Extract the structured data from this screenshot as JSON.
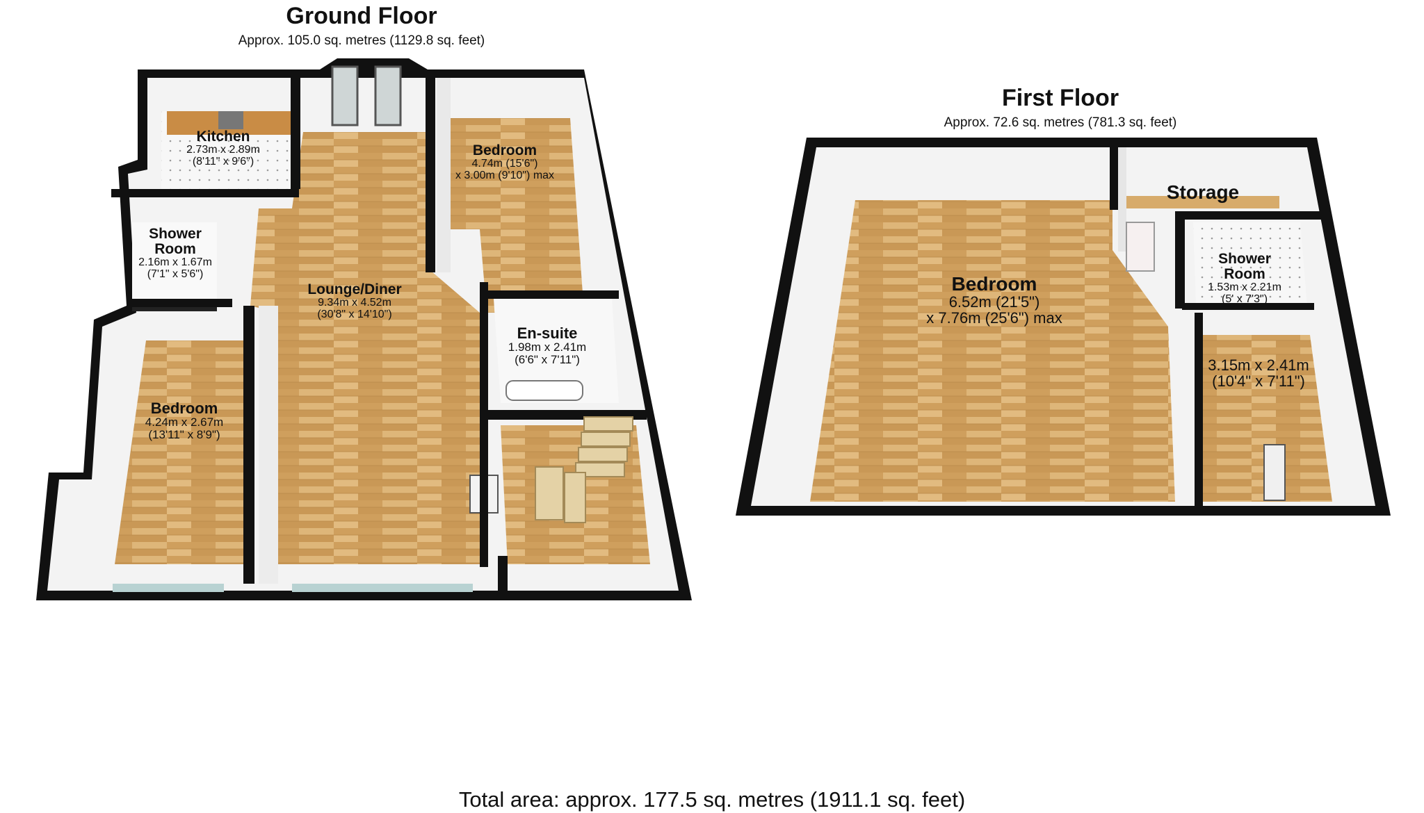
{
  "ground_floor": {
    "title": "Ground Floor",
    "area": "Approx. 105.0 sq. metres (1129.8 sq. feet)",
    "rooms": {
      "kitchen": {
        "name": "Kitchen",
        "dims_metric": "2.73m x 2.89m",
        "dims_imperial": "(8'11\" x 9'6\")"
      },
      "shower_room": {
        "name": "Shower",
        "name_line2": "Room",
        "dims_metric": "2.16m x 1.67m",
        "dims_imperial": "(7'1\" x 5'6\")"
      },
      "bedroom_front": {
        "name": "Bedroom",
        "dims_metric": "4.74m (15'6\")",
        "dims_imperial": "x 3.00m (9'10\") max"
      },
      "lounge_diner": {
        "name": "Lounge/Diner",
        "dims_metric": "9.34m x 4.52m",
        "dims_imperial": "(30'8\" x 14'10\")"
      },
      "en_suite": {
        "name": "En-suite",
        "dims_metric": "1.98m x 2.41m",
        "dims_imperial": "(6'6\" x 7'11\")"
      },
      "bedroom_left": {
        "name": "Bedroom",
        "dims_metric": "4.24m x 2.67m",
        "dims_imperial": "(13'11\" x 8'9\")"
      }
    }
  },
  "first_floor": {
    "title": "First Floor",
    "area": "Approx. 72.6 sq. metres (781.3 sq. feet)",
    "rooms": {
      "storage": {
        "name": "Storage"
      },
      "bedroom": {
        "name": "Bedroom",
        "dims_metric": "6.52m (21'5\")",
        "dims_imperial": "x 7.76m (25'6\") max"
      },
      "shower_room": {
        "name": "Shower",
        "name_line2": "Room",
        "dims_metric": "1.53m x 2.21m",
        "dims_imperial": "(5' x 7'3\")"
      },
      "room": {
        "dims_metric": "3.15m x 2.41m",
        "dims_imperial": "(10'4\" x 7'11\")"
      }
    }
  },
  "total_area": "Total area: approx. 177.5 sq. metres (1911.1 sq. feet)",
  "colors": {
    "wall": "#0d0d0d",
    "inner_wall": "#f2f2f2",
    "floor_wood": "#d9ae6e",
    "tile": "#ffffff"
  }
}
